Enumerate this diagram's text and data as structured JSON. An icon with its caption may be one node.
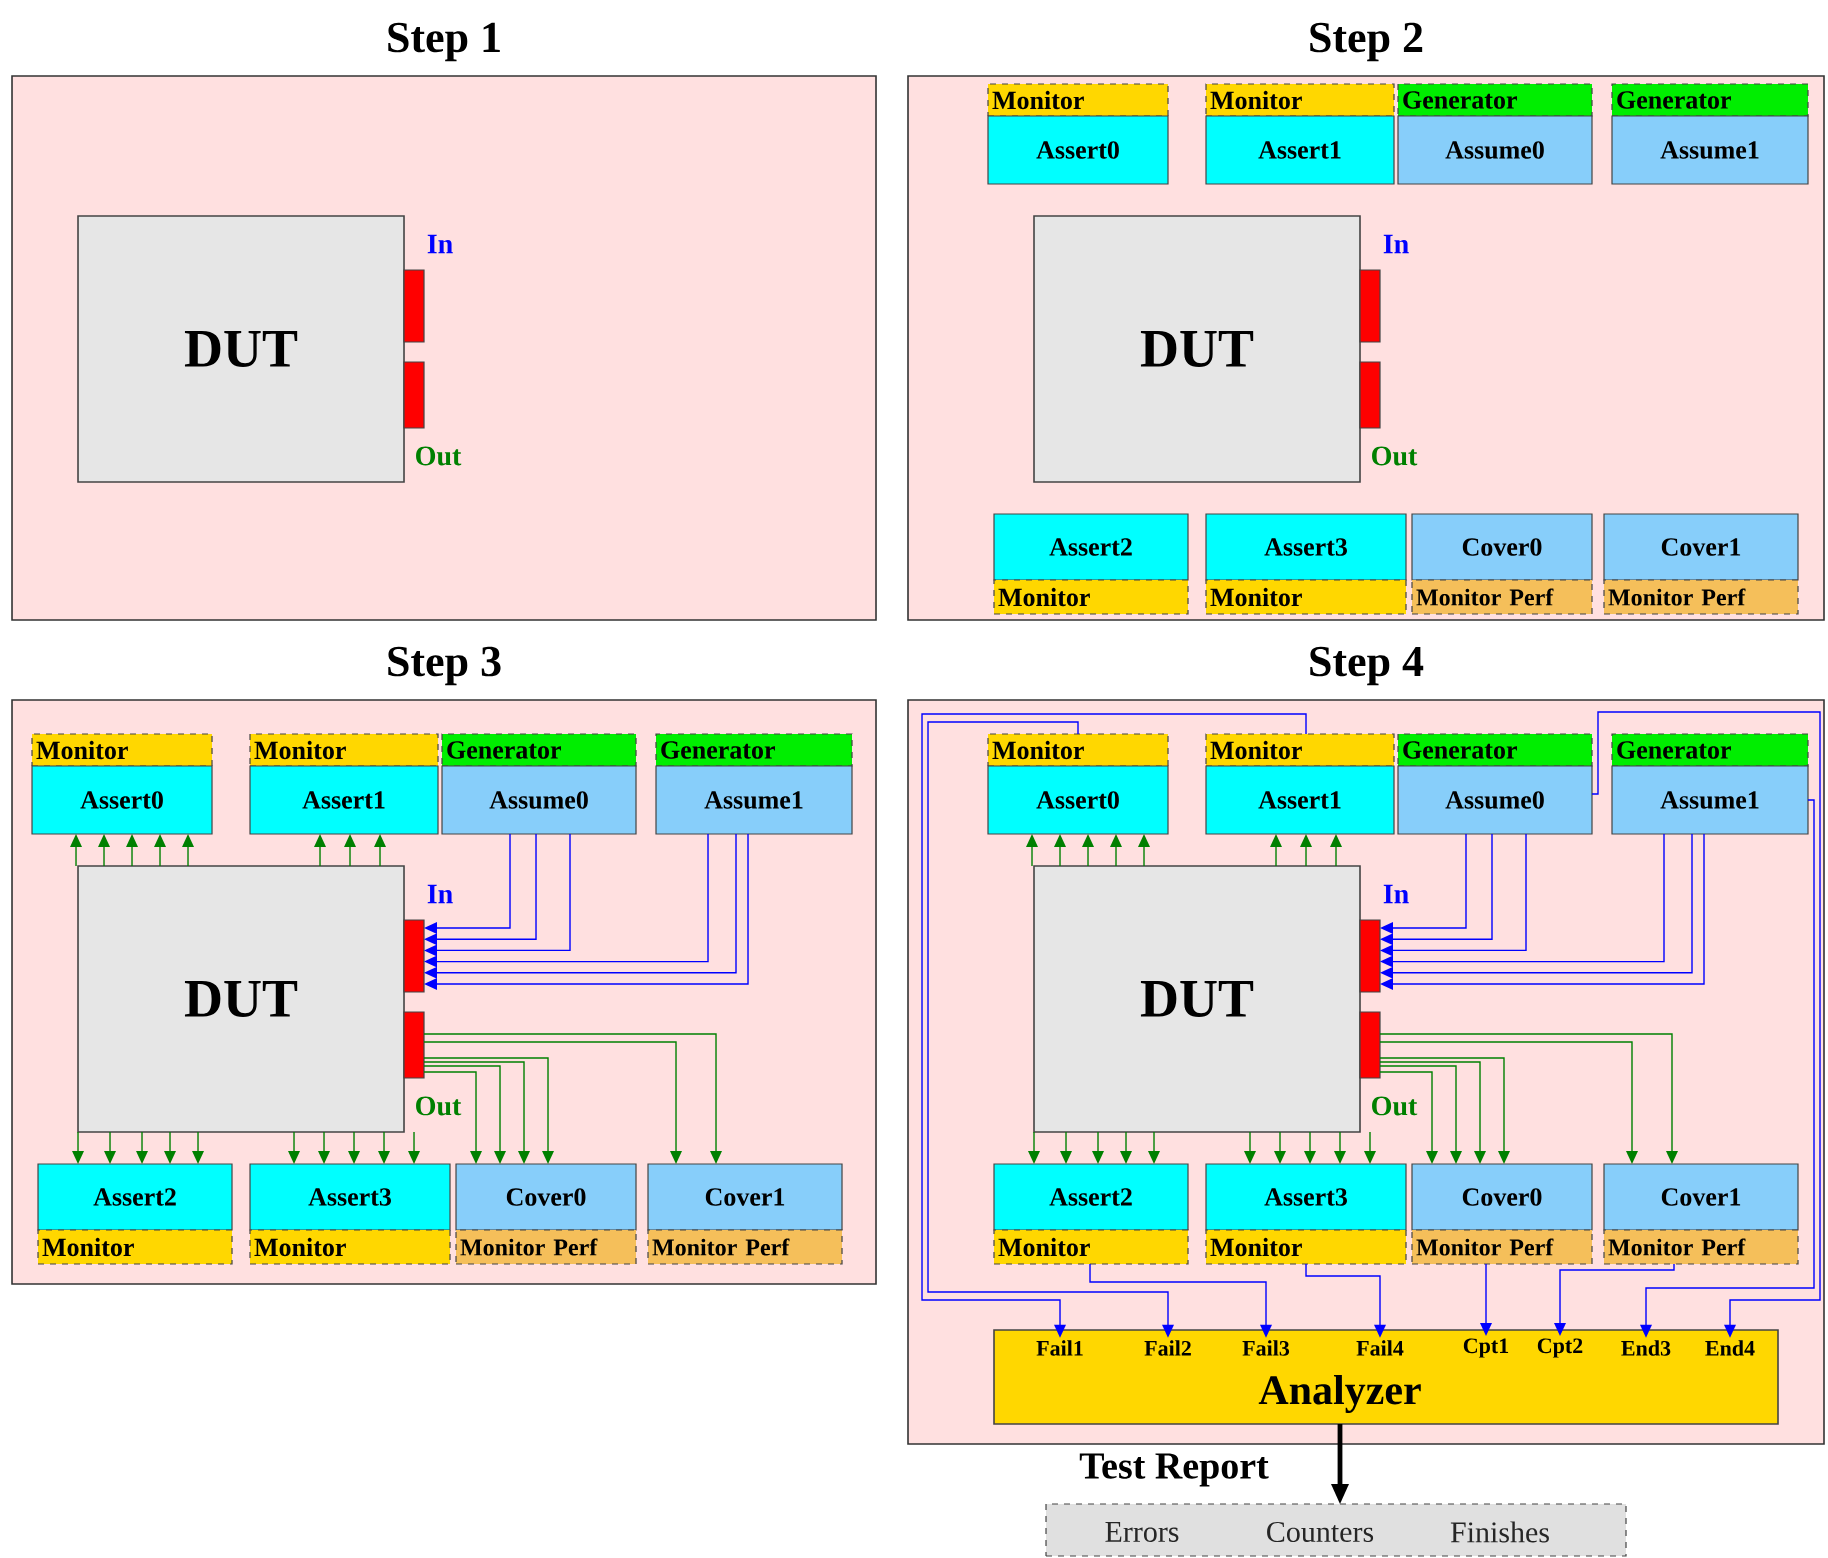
{
  "diagram": {
    "nodes": [
      {
        "text": [
          "Step 1"
        ]
      },
      {
        "text": [
          "DUT"
        ],
        "in": 0
      },
      {
        "text": [],
        "shape": "box",
        "beside": [
          "In"
        ],
        "in": 0
      },
      {
        "text": [],
        "shape": "box",
        "beside": [
          "Out"
        ],
        "in": 0
      },
      {
        "text": [
          "Step 2"
        ]
      },
      {
        "text": [
          "DUT"
        ],
        "in": 4
      },
      {
        "text": [],
        "shape": "box",
        "beside": [
          "In"
        ],
        "in": 4
      },
      {
        "text": [],
        "shape": "box",
        "beside": [
          "Out"
        ],
        "in": 4
      },
      {
        "text": [
          "Monitor"
        ],
        "in": 4
      },
      {
        "text": [
          "Assert0"
        ],
        "in": 4
      },
      {
        "text": [
          "Monitor"
        ],
        "in": 4
      },
      {
        "text": [
          "Assert1"
        ],
        "in": 4
      },
      {
        "text": [
          "Generator"
        ],
        "in": 4
      },
      {
        "text": [
          "Assume0"
        ],
        "in": 4
      },
      {
        "text": [
          "Generator"
        ],
        "in": 4
      },
      {
        "text": [
          "Assume1"
        ],
        "in": 4
      },
      {
        "text": [
          "Assert2"
        ],
        "in": 4
      },
      {
        "text": [
          "Monitor"
        ],
        "in": 4
      },
      {
        "text": [
          "Assert3"
        ],
        "in": 4
      },
      {
        "text": [
          "Monitor"
        ],
        "in": 4
      },
      {
        "text": [
          "Cover0"
        ],
        "in": 4
      },
      {
        "text": [
          "Monitor Perf"
        ],
        "in": 4
      },
      {
        "text": [
          "Cover1"
        ],
        "in": 4
      },
      {
        "text": [
          "Monitor Perf"
        ],
        "in": 4
      },
      {
        "text": [
          "Step 3"
        ]
      },
      {
        "text": [
          "DUT"
        ],
        "in": 24
      },
      {
        "text": [],
        "shape": "box",
        "beside": [
          "In"
        ],
        "in": 24
      },
      {
        "text": [],
        "shape": "box",
        "beside": [
          "Out"
        ],
        "in": 24
      },
      {
        "text": [
          "Monitor"
        ],
        "in": 24
      },
      {
        "text": [
          "Assert0"
        ],
        "in": 24
      },
      {
        "text": [
          "Monitor"
        ],
        "in": 24
      },
      {
        "text": [
          "Assert1"
        ],
        "in": 24
      },
      {
        "text": [
          "Generator"
        ],
        "in": 24
      },
      {
        "text": [
          "Assume0"
        ],
        "in": 24
      },
      {
        "text": [
          "Generator"
        ],
        "in": 24
      },
      {
        "text": [
          "Assume1"
        ],
        "in": 24
      },
      {
        "text": [
          "Assert2"
        ],
        "in": 24
      },
      {
        "text": [
          "Monitor"
        ],
        "in": 24
      },
      {
        "text": [
          "Assert3"
        ],
        "in": 24
      },
      {
        "text": [
          "Monitor"
        ],
        "in": 24
      },
      {
        "text": [
          "Cover0"
        ],
        "in": 24
      },
      {
        "text": [
          "Monitor Perf"
        ],
        "in": 24
      },
      {
        "text": [
          "Cover1"
        ],
        "in": 24
      },
      {
        "text": [
          "Monitor Perf"
        ],
        "in": 24
      },
      {
        "text": [
          "Step 4"
        ]
      },
      {
        "text": [
          "DUT"
        ],
        "in": 44
      },
      {
        "text": [],
        "shape": "box",
        "beside": [
          "In"
        ],
        "in": 44
      },
      {
        "text": [],
        "shape": "box",
        "beside": [
          "Out"
        ],
        "in": 44
      },
      {
        "text": [
          "Monitor"
        ],
        "in": 44
      },
      {
        "text": [
          "Assert0"
        ],
        "in": 44
      },
      {
        "text": [
          "Monitor"
        ],
        "in": 44
      },
      {
        "text": [
          "Assert1"
        ],
        "in": 44
      },
      {
        "text": [
          "Generator"
        ],
        "in": 44
      },
      {
        "text": [
          "Assume0"
        ],
        "in": 44
      },
      {
        "text": [
          "Generator"
        ],
        "in": 44
      },
      {
        "text": [
          "Assume1"
        ],
        "in": 44
      },
      {
        "text": [
          "Assert2"
        ],
        "in": 44
      },
      {
        "text": [
          "Monitor"
        ],
        "in": 44
      },
      {
        "text": [
          "Assert3"
        ],
        "in": 44
      },
      {
        "text": [
          "Monitor"
        ],
        "in": 44
      },
      {
        "text": [
          "Cover0"
        ],
        "in": 44
      },
      {
        "text": [
          "Monitor Perf"
        ],
        "in": 44
      },
      {
        "text": [
          "Cover1"
        ],
        "in": 44
      },
      {
        "text": [
          "Monitor Perf"
        ],
        "in": 44
      },
      {
        "text": [
          "Analyzer"
        ],
        "in": 44
      },
      {
        "text": [
          "Fail1"
        ],
        "in": 64
      },
      {
        "text": [
          "Fail2"
        ],
        "in": 64
      },
      {
        "text": [
          "Fail3"
        ],
        "in": 64
      },
      {
        "text": [
          "Fail4"
        ],
        "in": 64
      },
      {
        "text": [
          "Cpt1"
        ],
        "in": 64
      },
      {
        "text": [
          "Cpt2"
        ],
        "in": 64
      },
      {
        "text": [
          "End3"
        ],
        "in": 64
      },
      {
        "text": [
          "End4"
        ],
        "in": 64
      },
      {
        "text": [
          "Errors",
          "Counters",
          "Finishes"
        ]
      }
    ],
    "edges": [
      {
        "from": 25,
        "to": 29,
        "arrow": "to",
        "color": "#008000"
      },
      {
        "from": 25,
        "to": 29,
        "arrow": "to",
        "color": "#008000"
      },
      {
        "from": 25,
        "to": 29,
        "arrow": "to",
        "color": "#008000"
      },
      {
        "from": 25,
        "to": 29,
        "arrow": "to",
        "color": "#008000"
      },
      {
        "from": 25,
        "to": 29,
        "arrow": "to",
        "color": "#008000"
      },
      {
        "from": 25,
        "to": 31,
        "arrow": "to",
        "color": "#008000"
      },
      {
        "from": 25,
        "to": 31,
        "arrow": "to",
        "color": "#008000"
      },
      {
        "from": 25,
        "to": 31,
        "arrow": "to",
        "color": "#008000"
      },
      {
        "from": 33,
        "to": 26,
        "arrow": "to",
        "color": "#0000ff"
      },
      {
        "from": 33,
        "to": 26,
        "arrow": "to",
        "color": "#0000ff"
      },
      {
        "from": 33,
        "to": 26,
        "arrow": "to",
        "color": "#0000ff"
      },
      {
        "from": 35,
        "to": 26,
        "arrow": "to",
        "color": "#0000ff"
      },
      {
        "from": 35,
        "to": 26,
        "arrow": "to",
        "color": "#0000ff"
      },
      {
        "from": 35,
        "to": 26,
        "arrow": "to",
        "color": "#0000ff"
      },
      {
        "from": 25,
        "to": 36,
        "arrow": "to",
        "color": "#008000"
      },
      {
        "from": 25,
        "to": 36,
        "arrow": "to",
        "color": "#008000"
      },
      {
        "from": 25,
        "to": 36,
        "arrow": "to",
        "color": "#008000"
      },
      {
        "from": 25,
        "to": 36,
        "arrow": "to",
        "color": "#008000"
      },
      {
        "from": 25,
        "to": 36,
        "arrow": "to",
        "color": "#008000"
      },
      {
        "from": 25,
        "to": 38,
        "arrow": "to",
        "color": "#008000"
      },
      {
        "from": 25,
        "to": 38,
        "arrow": "to",
        "color": "#008000"
      },
      {
        "from": 25,
        "to": 38,
        "arrow": "to",
        "color": "#008000"
      },
      {
        "from": 25,
        "to": 38,
        "arrow": "to",
        "color": "#008000"
      },
      {
        "from": 25,
        "to": 38,
        "arrow": "to",
        "color": "#008000"
      },
      {
        "from": 27,
        "to": 40,
        "arrow": "to",
        "color": "#008000"
      },
      {
        "from": 27,
        "to": 40,
        "arrow": "to",
        "color": "#008000"
      },
      {
        "from": 27,
        "to": 40,
        "arrow": "to",
        "color": "#008000"
      },
      {
        "from": 27,
        "to": 40,
        "arrow": "to",
        "color": "#008000"
      },
      {
        "from": 27,
        "to": 42,
        "arrow": "to",
        "color": "#008000"
      },
      {
        "from": 27,
        "to": 42,
        "arrow": "to",
        "color": "#008000"
      },
      {
        "from": 45,
        "to": 49,
        "arrow": "to",
        "color": "#008000"
      },
      {
        "from": 45,
        "to": 49,
        "arrow": "to",
        "color": "#008000"
      },
      {
        "from": 45,
        "to": 49,
        "arrow": "to",
        "color": "#008000"
      },
      {
        "from": 45,
        "to": 49,
        "arrow": "to",
        "color": "#008000"
      },
      {
        "from": 45,
        "to": 49,
        "arrow": "to",
        "color": "#008000"
      },
      {
        "from": 45,
        "to": 51,
        "arrow": "to",
        "color": "#008000"
      },
      {
        "from": 45,
        "to": 51,
        "arrow": "to",
        "color": "#008000"
      },
      {
        "from": 45,
        "to": 51,
        "arrow": "to",
        "color": "#008000"
      },
      {
        "from": 53,
        "to": 46,
        "arrow": "to",
        "color": "#0000ff"
      },
      {
        "from": 53,
        "to": 46,
        "arrow": "to",
        "color": "#0000ff"
      },
      {
        "from": 53,
        "to": 46,
        "arrow": "to",
        "color": "#0000ff"
      },
      {
        "from": 55,
        "to": 46,
        "arrow": "to",
        "color": "#0000ff"
      },
      {
        "from": 55,
        "to": 46,
        "arrow": "to",
        "color": "#0000ff"
      },
      {
        "from": 55,
        "to": 46,
        "arrow": "to",
        "color": "#0000ff"
      },
      {
        "from": 45,
        "to": 56,
        "arrow": "to",
        "color": "#008000"
      },
      {
        "from": 45,
        "to": 56,
        "arrow": "to",
        "color": "#008000"
      },
      {
        "from": 45,
        "to": 56,
        "arrow": "to",
        "color": "#008000"
      },
      {
        "from": 45,
        "to": 56,
        "arrow": "to",
        "color": "#008000"
      },
      {
        "from": 45,
        "to": 56,
        "arrow": "to",
        "color": "#008000"
      },
      {
        "from": 45,
        "to": 58,
        "arrow": "to",
        "color": "#008000"
      },
      {
        "from": 45,
        "to": 58,
        "arrow": "to",
        "color": "#008000"
      },
      {
        "from": 45,
        "to": 58,
        "arrow": "to",
        "color": "#008000"
      },
      {
        "from": 45,
        "to": 58,
        "arrow": "to",
        "color": "#008000"
      },
      {
        "from": 45,
        "to": 58,
        "arrow": "to",
        "color": "#008000"
      },
      {
        "from": 47,
        "to": 60,
        "arrow": "to",
        "color": "#008000"
      },
      {
        "from": 47,
        "to": 60,
        "arrow": "to",
        "color": "#008000"
      },
      {
        "from": 47,
        "to": 60,
        "arrow": "to",
        "color": "#008000"
      },
      {
        "from": 47,
        "to": 60,
        "arrow": "to",
        "color": "#008000"
      },
      {
        "from": 47,
        "to": 62,
        "arrow": "to",
        "color": "#008000"
      },
      {
        "from": 47,
        "to": 62,
        "arrow": "to",
        "color": "#008000"
      },
      {
        "from": 50,
        "to": 65,
        "arrow": "to",
        "color": "#0000ff"
      },
      {
        "from": 48,
        "to": 66,
        "arrow": "to",
        "color": "#0000ff"
      },
      {
        "from": 57,
        "to": 67,
        "arrow": "to",
        "color": "#0000ff"
      },
      {
        "from": 59,
        "to": 68,
        "arrow": "to",
        "color": "#0000ff"
      },
      {
        "from": 61,
        "to": 69,
        "arrow": "to",
        "color": "#0000ff"
      },
      {
        "from": 63,
        "to": 70,
        "arrow": "to",
        "color": "#0000ff"
      },
      {
        "from": 55,
        "to": 71,
        "arrow": "to",
        "color": "#0000ff"
      },
      {
        "from": 53,
        "to": 72,
        "arrow": "to",
        "color": "#0000ff"
      },
      {
        "from": 64,
        "to": 73,
        "arrow": "to",
        "label": "Test Report",
        "style": "thick",
        "color": "#000000"
      }
    ]
  }
}
